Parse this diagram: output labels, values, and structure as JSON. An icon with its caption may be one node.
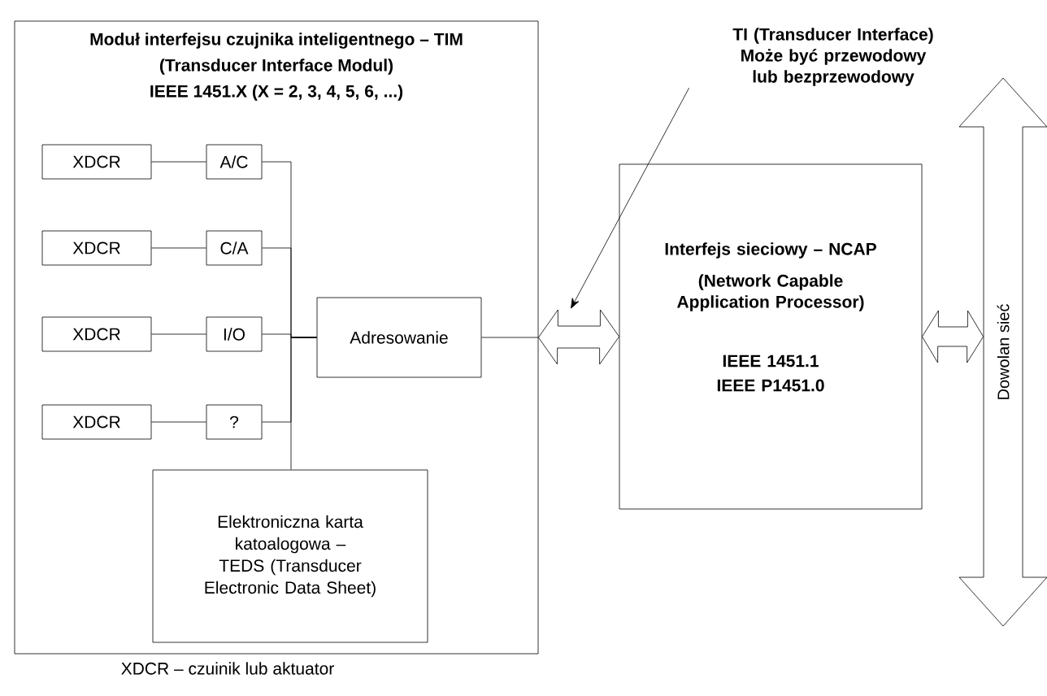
{
  "diagram": {
    "nodes": [
      {
        "text": [
          "Moduł interfejsu czujnika inteligentnego – TIM",
          "(Transducer Interface Modul)",
          "IEEE 1451.X (X = 2, 3, 4, 5, 6, ...)"
        ]
      },
      {
        "text": [
          "XDCR"
        ],
        "in": 0
      },
      {
        "text": [
          "XDCR"
        ],
        "in": 0
      },
      {
        "text": [
          "XDCR"
        ],
        "in": 0
      },
      {
        "text": [
          "XDCR"
        ],
        "in": 0
      },
      {
        "text": [
          "A/C"
        ],
        "in": 0
      },
      {
        "text": [
          "C/A"
        ],
        "in": 0
      },
      {
        "text": [
          "I/O"
        ],
        "in": 0
      },
      {
        "text": [
          "?"
        ],
        "in": 0
      },
      {
        "text": [
          "Adresowanie"
        ],
        "in": 0
      },
      {
        "text": [
          "Elektroniczna karta katoalogowa – TEDS (Transducer Electronic Data Sheet)"
        ],
        "in": 0
      },
      {
        "text": [
          "Interfejs sieciowy – NCAP",
          "(Network Capable Application Processor)",
          "IEEE 1451.1",
          "IEEE P1451.0"
        ]
      },
      {
        "text": [
          "Dowolan sieć"
        ]
      },
      {
        "text": [
          "TI (Transducer Interface)",
          "Może być przewodowy lub bezprzewodowy"
        ]
      }
    ],
    "edges": [
      {
        "from": 1,
        "to": 5,
        "arrow": "none"
      },
      {
        "from": 2,
        "to": 6,
        "arrow": "none"
      },
      {
        "from": 3,
        "to": 7,
        "arrow": "none"
      },
      {
        "from": 4,
        "to": 8,
        "arrow": "none"
      },
      {
        "from": 5,
        "to": 9,
        "arrow": "none"
      },
      {
        "from": 6,
        "to": 9,
        "arrow": "none"
      },
      {
        "from": 7,
        "to": 9,
        "arrow": "none"
      },
      {
        "from": 8,
        "to": 9,
        "arrow": "none"
      },
      {
        "from": 10,
        "to": 9,
        "arrow": "none"
      },
      {
        "from": 9,
        "to": 0,
        "arrow": "none"
      },
      {
        "from": 0,
        "to": 11,
        "arrow": "both"
      },
      {
        "from": 11,
        "to": 12,
        "arrow": "both"
      },
      {
        "from": 13,
        "to": null,
        "arrow": "to"
      }
    ],
    "labels": [
      "XDCR – czuinik lub aktuator"
    ]
  }
}
